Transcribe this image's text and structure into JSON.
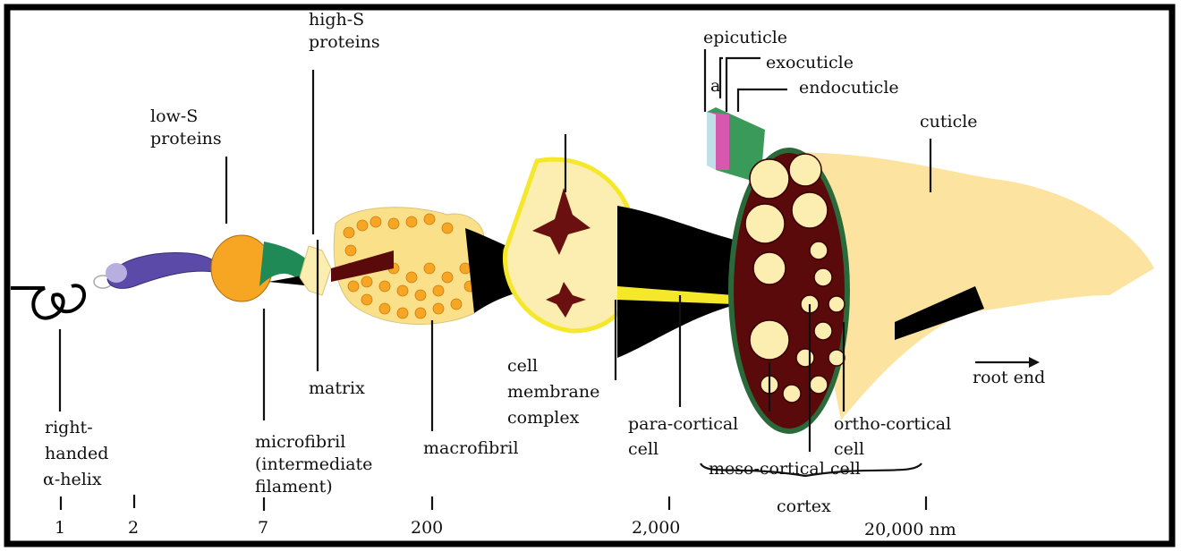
{
  "title": "Wool fiber hierarchical structure",
  "labels": {
    "high_s": [
      "high-S",
      "proteins"
    ],
    "low_s": [
      "low-S",
      "proteins"
    ],
    "epicuticle": "epicuticle",
    "a": "a",
    "exocuticle": "exocuticle",
    "endocuticle": "endocuticle",
    "cuticle": "cuticle",
    "cell_membrane_complex": [
      "cell",
      "membrane",
      "complex"
    ],
    "matrix": "matrix",
    "alpha_helix": [
      "right-",
      "handed",
      "α-helix"
    ],
    "microfibril": [
      "microfibril",
      "(intermediate",
      "filament)"
    ],
    "macrofibril": "macrofibril",
    "para_cortical": [
      "para-cortical",
      "cell"
    ],
    "ortho_cortical": [
      "ortho-cortical",
      "cell"
    ],
    "meso_cortical": "meso-cortical cell",
    "cortex": "cortex",
    "root_end": "root end"
  },
  "scale": [
    "1",
    "2",
    "7",
    "200",
    "2,000",
    "20,000 nm"
  ],
  "colors": {
    "frame": "#000000",
    "cream": "#fbeeb0",
    "orange": "#f6a623",
    "yellow": "#f5e82a",
    "dark_red": "#5a0a0a",
    "purple": "#5b4aa8",
    "green": "#1f8a55"
  }
}
